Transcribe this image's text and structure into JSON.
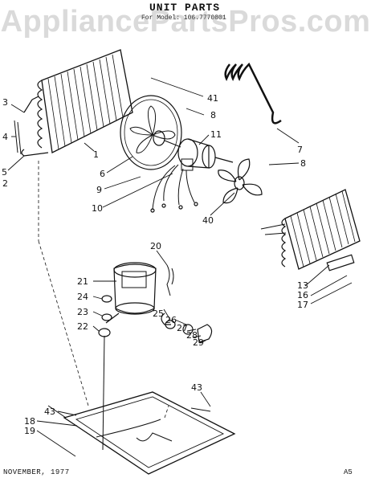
{
  "watermark": "AppliancePartsPros.com",
  "header": {
    "title": "UNIT PARTS",
    "model": "For Model: 106.7770801"
  },
  "footer": {
    "date": "NOVEMBER, 1977",
    "page": "A5"
  },
  "callouts": [
    "1",
    "2",
    "3",
    "4",
    "5",
    "6",
    "7",
    "8",
    "8",
    "9",
    "10",
    "11",
    "13",
    "16",
    "17",
    "18",
    "19",
    "20",
    "21",
    "22",
    "23",
    "24",
    "25",
    "26",
    "27",
    "28",
    "29",
    "40",
    "41",
    "43",
    "43"
  ]
}
